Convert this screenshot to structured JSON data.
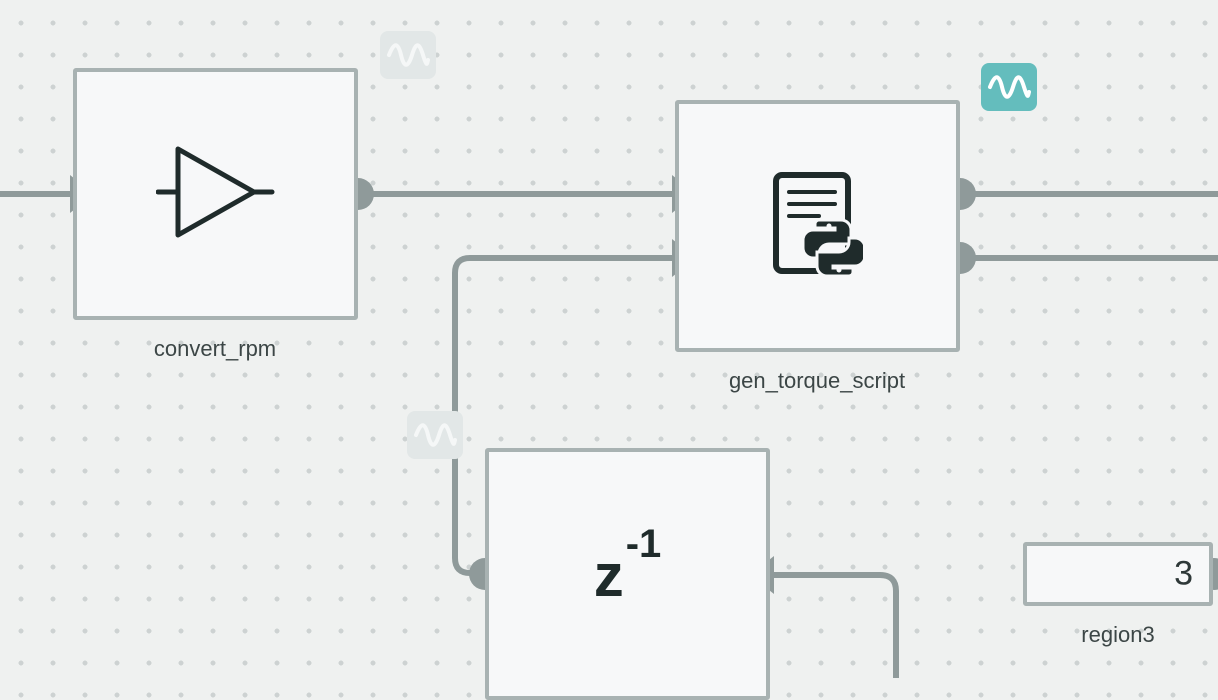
{
  "canvas": {
    "colors": {
      "wire": "#8f9a9a",
      "block_border": "#a8b2b2",
      "probe_active": "#64bdbd"
    }
  },
  "blocks": {
    "convert_rpm": {
      "label": "convert_rpm",
      "icon": "gain-triangle-icon"
    },
    "gen_torque_script": {
      "label": "gen_torque_script",
      "icon": "python-script-icon"
    },
    "unit_delay": {
      "symbol": "z",
      "exponent": "-1",
      "icon": "unit-delay-icon"
    },
    "region3": {
      "label": "region3",
      "value": "3"
    }
  },
  "probes": [
    {
      "name": "signal-probe-icon",
      "state": "inactive"
    },
    {
      "name": "signal-probe-icon",
      "state": "active"
    },
    {
      "name": "signal-probe-icon",
      "state": "inactive"
    }
  ]
}
